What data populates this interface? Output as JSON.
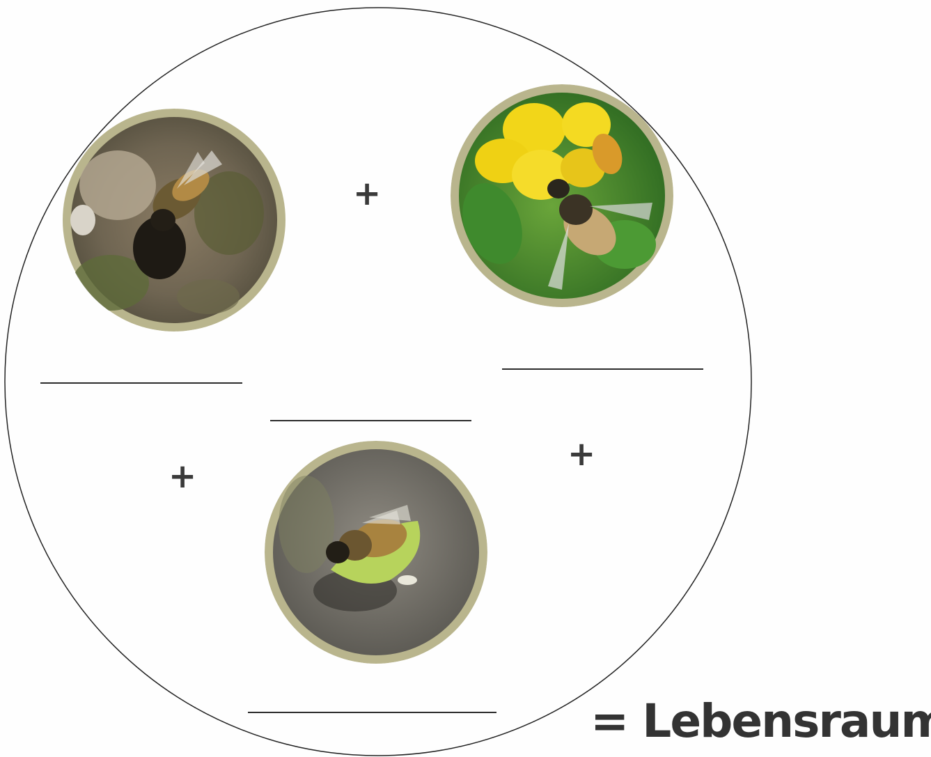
{
  "equation": {
    "plus_sign": "+",
    "result_label": "= Lebensraum"
  },
  "photos": [
    {
      "subject": "bee at nest hole in soil"
    },
    {
      "subject": "bee on yellow flower"
    },
    {
      "subject": "bee carrying a leaf piece"
    }
  ],
  "colors": {
    "photo_ring": "#b9b58d",
    "line": "#2b2b2b",
    "text": "#333333"
  }
}
